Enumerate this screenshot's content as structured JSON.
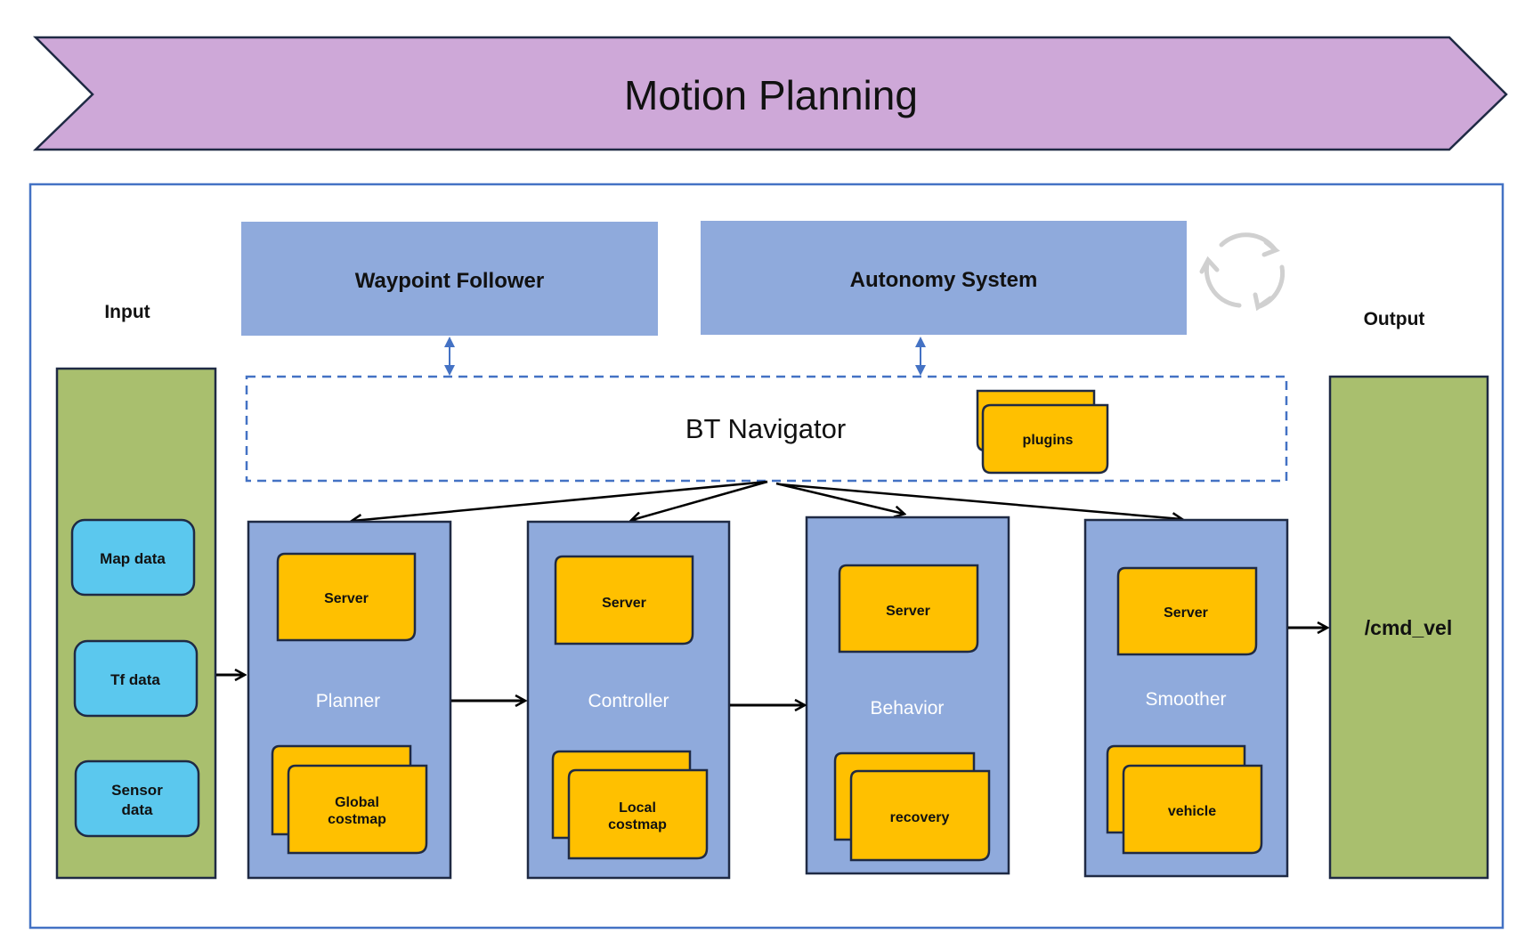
{
  "banner": {
    "title": "Motion Planning",
    "fill": "#CEA8D8"
  },
  "colors": {
    "blue_box": "#8FAADC",
    "yellow": "#FFC000",
    "green": "#A9BF6E",
    "cyan": "#5BC8EE",
    "frame": "#4472C4",
    "stroke": "#2F3A52"
  },
  "top_boxes": {
    "waypoint": "Waypoint Follower",
    "autonomy": "Autonomy System"
  },
  "refresh_icon": "cycle-arrows-icon",
  "navigator": {
    "label": "BT Navigator",
    "plugins": "plugins"
  },
  "input": {
    "heading": "Input",
    "items": [
      "Map data",
      "Tf data",
      "Sensor\ndata"
    ]
  },
  "output": {
    "heading": "Output",
    "label": "/cmd_vel"
  },
  "modules": [
    {
      "name": "Planner",
      "server": "Server",
      "stack": "Global\ncostmap"
    },
    {
      "name": "Controller",
      "server": "Server",
      "stack": "Local\ncostmap"
    },
    {
      "name": "Behavior",
      "server": "Server",
      "stack": "recovery"
    },
    {
      "name": "Smoother",
      "server": "Server",
      "stack": "vehicle"
    }
  ]
}
